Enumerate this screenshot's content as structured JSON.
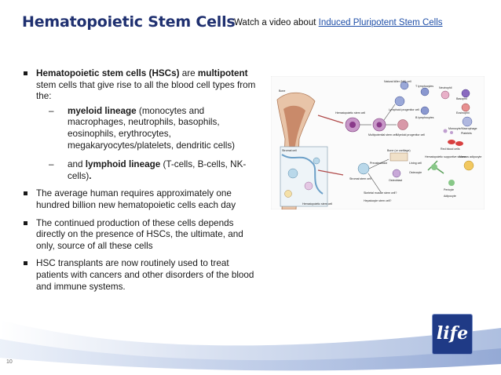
{
  "slide": {
    "title": "Hematopoietic Stem Cells",
    "video_prefix": "Watch a video about ",
    "video_link": "Induced Pluripotent Stem Cells",
    "page_number": "10",
    "logo_text": "life"
  },
  "bullets": {
    "b1": {
      "part1": "Hematopoietic stem cells (HSCs)",
      "part2": " are ",
      "part3": "multipotent",
      "part4": " stem cells that give rise to all the blood cell types from the:",
      "sub1_dash": "–",
      "sub1_bold": "myeloid lineage",
      "sub1_text": " (monocytes and macrophages, neutrophils, basophils, eosinophils, erythrocytes, megakaryocytes/platelets, dendritic cells)",
      "sub2_dash": "–",
      "sub2_pre": "and ",
      "sub2_bold": "lymphoid lineage",
      "sub2_text": " (T-cells, B-cells, NK-cells)",
      "sub2_end": "."
    },
    "b2": "The average human requires approximately one hundred billion new hematopoietic cells each day",
    "b3": "The continued production of these cells depends directly on the presence of HSCs, the ultimate, and only, source of all these cells",
    "b4": "HSC transplants are now routinely used to treat patients with cancers and other disorders of the blood and immune systems."
  },
  "figure": {
    "labels": {
      "bone": "Bone",
      "hsc": "Hematopoietic stem cell",
      "nk": "Natural killer (NK) cell",
      "lymphoid": "Lymphoid progenitor cell",
      "t_lymph": "T lymphocytes",
      "b_lymph": "B lymphocytes",
      "neutrophil": "Neutrophil",
      "basophil": "Basophil",
      "eosinophil": "Eosinophil",
      "monocyte": "Monocyte/Macrophage",
      "platelets": "Platelets",
      "rbc": "Red blood cells",
      "multipotent": "Multipotential stem cell",
      "myeloid": "Myeloid progenitor cell",
      "stromal": "Stromal stem cell",
      "bone_cartilage": "Bone (or cartilage)",
      "osteoblast": "Osteoblast",
      "preosteoblast": "Preosteoblast",
      "lining": "Lining cell",
      "osteocyte": "Osteocyte",
      "hema_support": "Hematopoietic supportive stroma",
      "marrow_adipocyte": "Marrow adipocyte",
      "skeletal": "Skeletal muscle stem cell?",
      "hepatocyte": "Hepatocyte stem cell?",
      "pericyte": "Pericyte",
      "adipocyte": "Adipocyte",
      "hsc2": "Hematopoietic stem cell",
      "stromal2": "Stromal cell"
    }
  }
}
